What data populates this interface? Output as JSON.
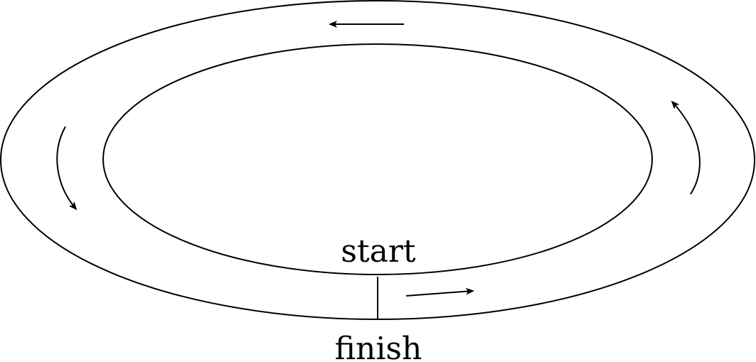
{
  "labels": {
    "start": "start",
    "finish": "finish"
  },
  "direction_arrows": [
    {
      "name": "top",
      "direction": "left"
    },
    {
      "name": "right",
      "direction": "up"
    },
    {
      "name": "left",
      "direction": "down"
    },
    {
      "name": "bottom",
      "direction": "right"
    }
  ],
  "colors": {
    "stroke": "#000000",
    "background": "#ffffff"
  }
}
